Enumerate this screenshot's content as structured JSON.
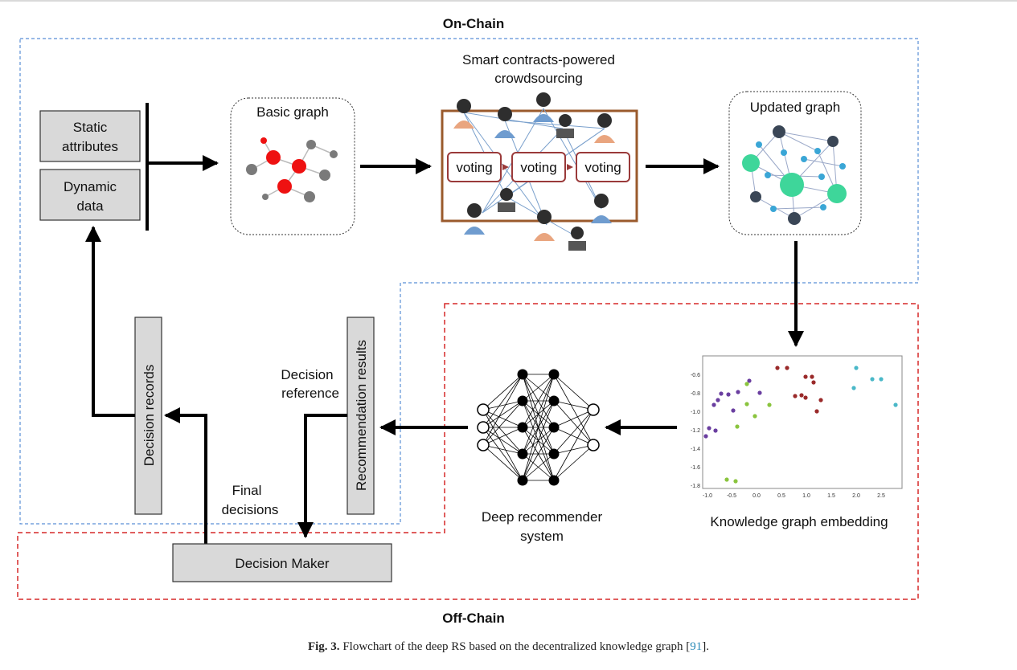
{
  "regions": {
    "on_chain_label": "On-Chain",
    "off_chain_label": "Off-Chain"
  },
  "inputs": {
    "static_attributes": [
      "Static",
      "attributes"
    ],
    "dynamic_data": [
      "Dynamic",
      "data"
    ]
  },
  "basic_graph": {
    "label": "Basic graph"
  },
  "crowdsourcing": {
    "title": [
      "Smart contracts-powered",
      "crowdsourcing"
    ],
    "voting_labels": [
      "voting",
      "voting",
      "voting"
    ]
  },
  "updated_graph": {
    "label": "Updated graph"
  },
  "embedding": {
    "label": "Knowledge graph embedding",
    "y_ticks": [
      "-0.6",
      "-0.8",
      "-1.0",
      "-1.2",
      "-1.4",
      "-1.6",
      "-1.8"
    ],
    "x_ticks": [
      "-1.0",
      "-0.5",
      "0.0",
      "0.5",
      "1.0",
      "1.5",
      "2.0",
      "2.5"
    ]
  },
  "deep_rs": {
    "label": [
      "Deep recommender",
      "system"
    ]
  },
  "recommendation_results": {
    "label": "Recommendation results"
  },
  "decision_reference": {
    "label": [
      "Decision",
      "reference"
    ]
  },
  "decision_records": {
    "label": "Decision records"
  },
  "final_decisions": {
    "label": [
      "Final",
      "decisions"
    ]
  },
  "decision_maker": {
    "label": "Decision Maker"
  },
  "caption": {
    "prefix": "Fig. 3.",
    "text": "Flowchart of the deep RS based on the decentralized knowledge graph [",
    "ref": "91",
    "suffix": "]."
  },
  "colors": {
    "on_chain_border": "#5b8fd6",
    "off_chain_border": "#d62828",
    "box_fill": "#d9d9d9",
    "node_red": "#ee1111",
    "node_gray": "#7a7a7a",
    "node_green": "#3ed69a",
    "node_navy": "#3a4656",
    "node_blue": "#3aa6d6",
    "crowd_frame": "#9a5a2c",
    "voting_border": "#9a3a3a"
  }
}
